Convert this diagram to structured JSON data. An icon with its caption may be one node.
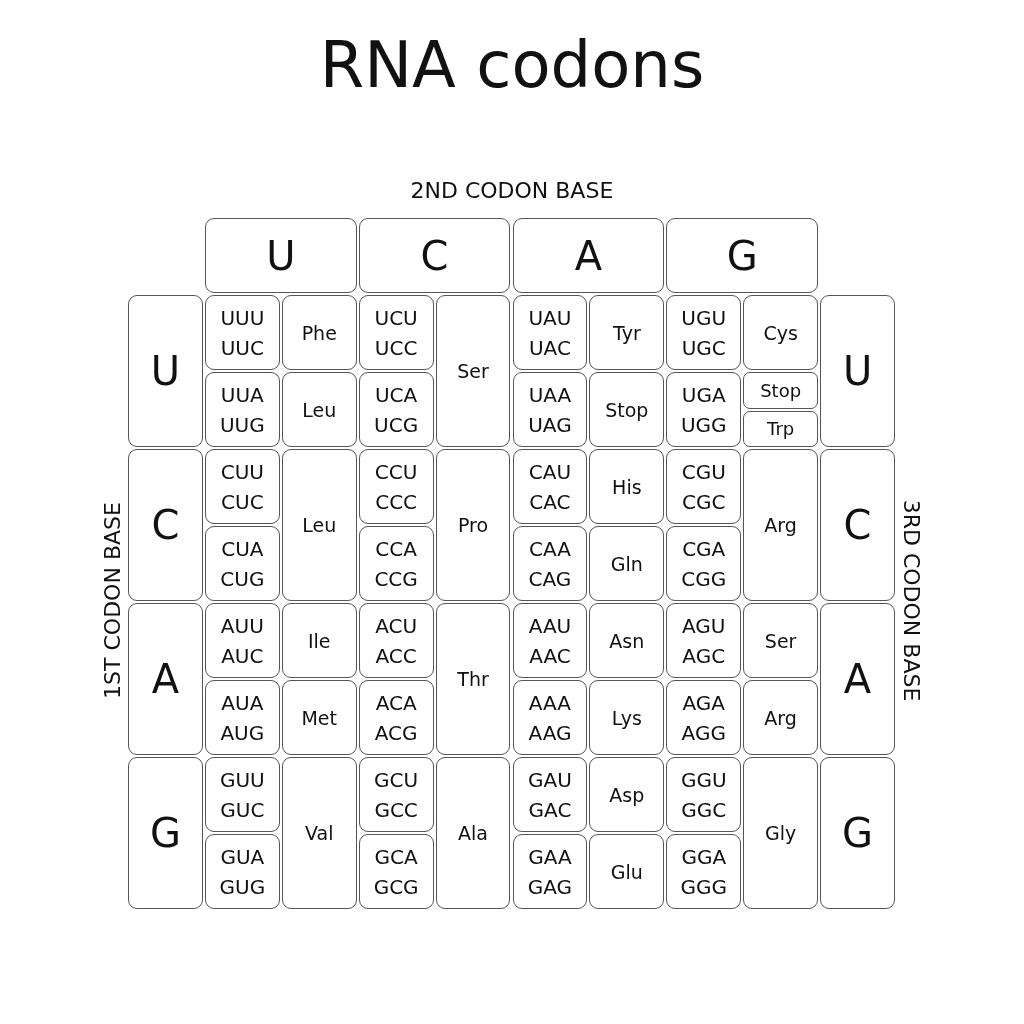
{
  "diagram": {
    "title": "RNA codons",
    "nodes": [
      {
        "text": [
          "U"
        ]
      },
      {
        "text": [
          "C"
        ]
      },
      {
        "text": [
          "A"
        ]
      },
      {
        "text": [
          "G"
        ]
      },
      {
        "text": [
          "U"
        ]
      },
      {
        "text": [
          "UUU UUC"
        ]
      },
      {
        "text": [
          "Phe"
        ]
      },
      {
        "text": [
          "UCU UCC"
        ]
      },
      {
        "text": [
          "Ser"
        ]
      },
      {
        "text": [
          "UAU UAC"
        ]
      },
      {
        "text": [
          "Tyr"
        ]
      },
      {
        "text": [
          "UGU UGC"
        ]
      },
      {
        "text": [
          "Cys"
        ]
      },
      {
        "text": [
          "U"
        ]
      },
      {
        "text": [
          "UUA UUG"
        ]
      },
      {
        "text": [
          "Leu"
        ]
      },
      {
        "text": [
          "UCA UCG"
        ]
      },
      {
        "text": [
          "UAA UAG"
        ]
      },
      {
        "text": [
          "Stop"
        ]
      },
      {
        "text": [
          "UGA UGG"
        ]
      },
      {
        "text": [
          "Stop"
        ]
      },
      {
        "text": [
          "Trp"
        ]
      },
      {
        "text": [
          "C"
        ]
      },
      {
        "text": [
          "CUU CUC"
        ]
      },
      {
        "text": [
          "Leu"
        ]
      },
      {
        "text": [
          "CCU CCC"
        ]
      },
      {
        "text": [
          "Pro"
        ]
      },
      {
        "text": [
          "CAU CAC"
        ]
      },
      {
        "text": [
          "His"
        ]
      },
      {
        "text": [
          "CGU CGC"
        ]
      },
      {
        "text": [
          "Arg"
        ]
      },
      {
        "text": [
          "C"
        ]
      },
      {
        "text": [
          "CUA CUG"
        ]
      },
      {
        "text": [
          "CCA CCG"
        ]
      },
      {
        "text": [
          "CAA CAG"
        ]
      },
      {
        "text": [
          "Gln"
        ]
      },
      {
        "text": [
          "CGA CGG"
        ]
      },
      {
        "text": [
          "A"
        ]
      },
      {
        "text": [
          "AUU AUC"
        ]
      },
      {
        "text": [
          "Ile"
        ]
      },
      {
        "text": [
          "ACU ACC"
        ]
      },
      {
        "text": [
          "Thr"
        ]
      },
      {
        "text": [
          "AAU AAC"
        ]
      },
      {
        "text": [
          "Asn"
        ]
      },
      {
        "text": [
          "AGU AGC"
        ]
      },
      {
        "text": [
          "Ser"
        ]
      },
      {
        "text": [
          "A"
        ]
      },
      {
        "text": [
          "AUA AUG"
        ]
      },
      {
        "text": [
          "Met"
        ]
      },
      {
        "text": [
          "ACA ACG"
        ]
      },
      {
        "text": [
          "AAA AAG"
        ]
      },
      {
        "text": [
          "Lys"
        ]
      },
      {
        "text": [
          "AGA AGG"
        ]
      },
      {
        "text": [
          "Arg"
        ]
      },
      {
        "text": [
          "G"
        ]
      },
      {
        "text": [
          "GUU GUC"
        ]
      },
      {
        "text": [
          "Val"
        ]
      },
      {
        "text": [
          "GCU GCC"
        ]
      },
      {
        "text": [
          "Ala"
        ]
      },
      {
        "text": [
          "GAU GAC"
        ]
      },
      {
        "text": [
          "Asp"
        ]
      },
      {
        "text": [
          "GGU GGC"
        ]
      },
      {
        "text": [
          "Gly"
        ]
      },
      {
        "text": [
          "G"
        ]
      },
      {
        "text": [
          "GUA GUG"
        ]
      },
      {
        "text": [
          "GCA GCG"
        ]
      },
      {
        "text": [
          "GAA GAG"
        ]
      },
      {
        "text": [
          "Glu"
        ]
      },
      {
        "text": [
          "GGA GGG"
        ]
      }
    ],
    "labels": [
      "2ND CODON BASE",
      "1ST CODON BASE",
      "3RD CODON BASE"
    ]
  }
}
